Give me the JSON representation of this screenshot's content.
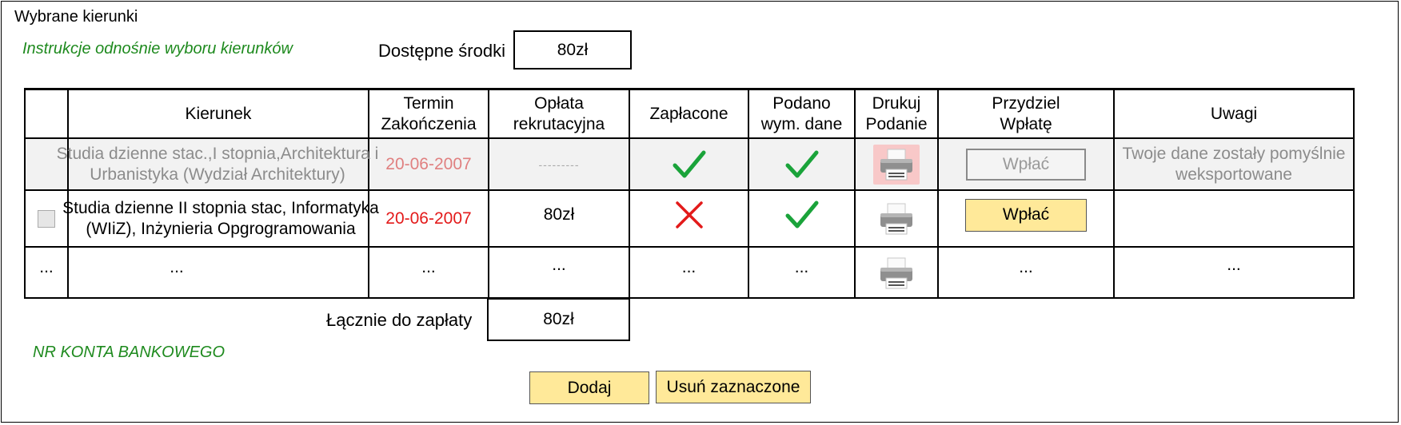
{
  "window": {
    "title": "Wybrane kierunki",
    "instructions_link": "Instrukcje odnośnie wyboru kierunków",
    "available_funds_label": "Dostępne środki",
    "available_funds_value": "80zł"
  },
  "table": {
    "headers": {
      "kierunek": "Kierunek",
      "termin": "Termin Zakończenia",
      "oplata": "Opłata rekrutacyjna",
      "zaplacone": "Zapłacone",
      "podano": "Podano wym. dane",
      "drukuj": "Drukuj Podanie",
      "przydziel": "Przydziel Wpłatę",
      "uwagi": "Uwagi"
    },
    "rows": [
      {
        "kierunek": "Studia dzienne stac.,I stopnia,Architektura i Urbanistyka (Wydział Architektury)",
        "termin": "20-06-2007",
        "oplata": "---------",
        "zaplacone": "check",
        "podano": "check",
        "pay_label": "Wpłać",
        "uwagi": "Twoje dane zostały pomyślnie weksportowane"
      },
      {
        "kierunek": "Studia dzienne II stopnia stac, Informatyka (WIiZ), Inżynieria Opgrogramowania",
        "termin": "20-06-2007",
        "oplata": "80zł",
        "zaplacone": "cross",
        "podano": "check",
        "pay_label": "Wpłać",
        "uwagi": ""
      },
      {
        "select": "...",
        "kierunek": "...",
        "termin": "...",
        "oplata": "...",
        "zaplacone": "...",
        "podano": "...",
        "przydziel": "...",
        "uwagi": "..."
      }
    ]
  },
  "footer": {
    "total_label": "Łącznie do zapłaty",
    "total_value": "80zł",
    "bank_account_label": "NR KONTA BANKOWEGO",
    "add_button": "Dodaj",
    "remove_button": "Usuń zaznaczone"
  },
  "colors": {
    "green_text": "#1e8a1e",
    "button_yellow": "#ffe999",
    "check_green": "#1aa33a",
    "cross_red": "#e31a1a"
  }
}
